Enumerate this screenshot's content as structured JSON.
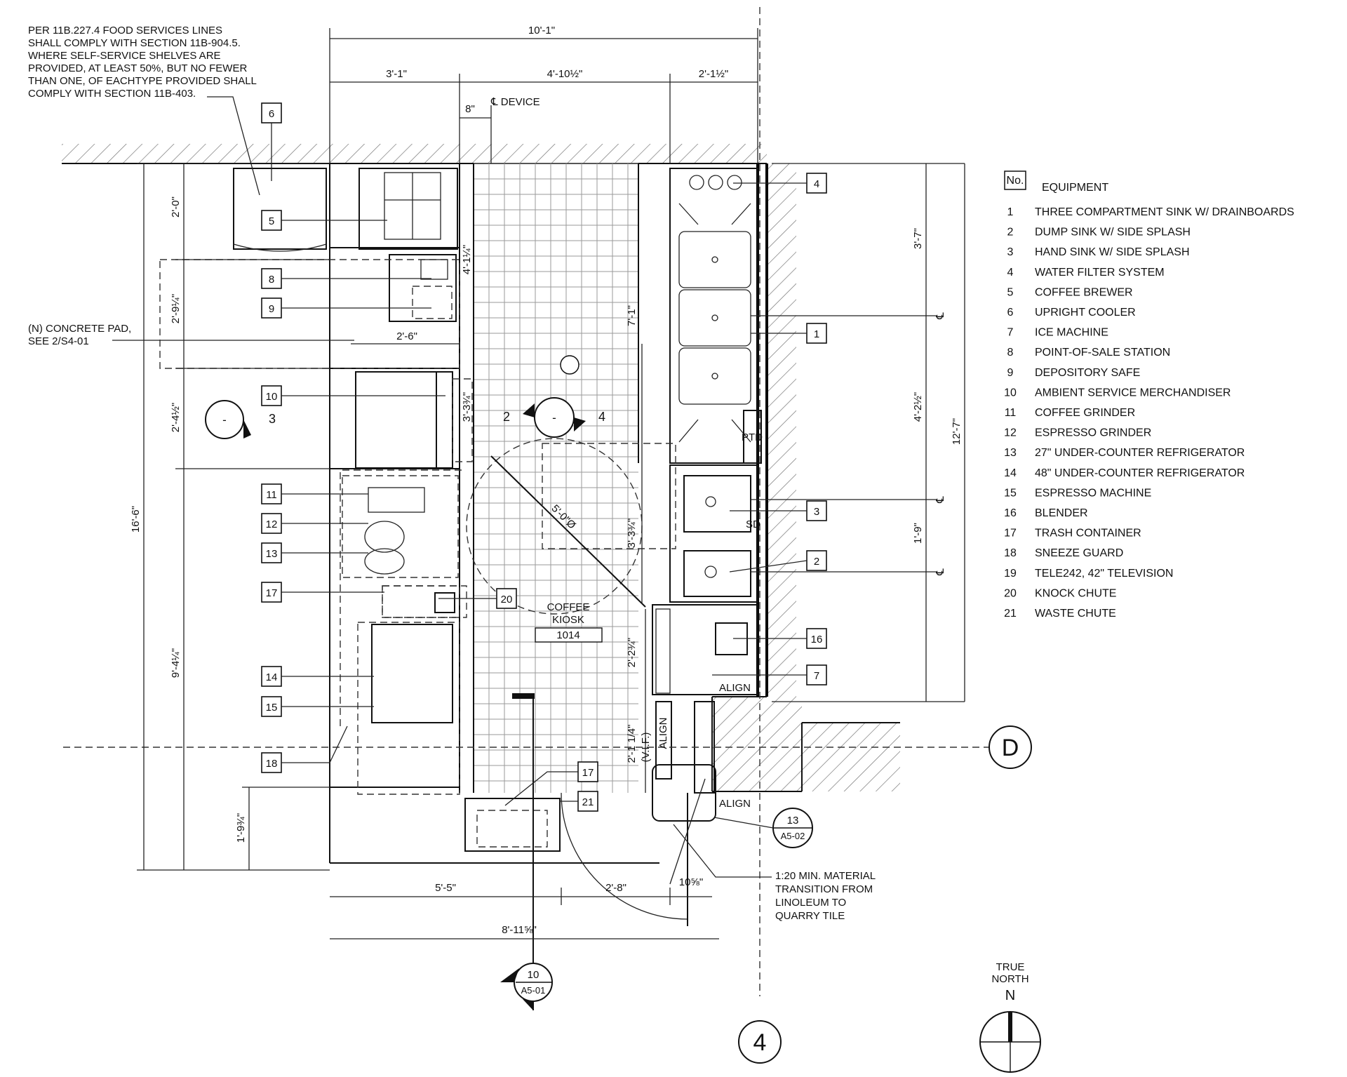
{
  "general_note": [
    "PER 11B.227.4 FOOD SERVICES LINES",
    "SHALL COMPLY WITH SECTION 11B-904.5.",
    "WHERE SELF-SERVICE SHELVES ARE",
    "PROVIDED, AT LEAST 50%, BUT NO FEWER",
    "THAN ONE, OF EACHTYPE PROVIDED SHALL",
    "COMPLY WITH SECTION 11B-403."
  ],
  "concrete_note": [
    "(N) CONCRETE PAD,",
    "SEE 2/S4-01"
  ],
  "transition_note": [
    "1:20 MIN. MATERIAL",
    "TRANSITION FROM",
    "LINOLEUM TO",
    "QUARRY TILE"
  ],
  "device_label": "℄ DEVICE",
  "room": {
    "name_line1": "COFFEE",
    "name_line2": "KIOSK",
    "number": "1014"
  },
  "dimensions": {
    "top_overall": "10'-1\"",
    "top_a": "3'-1\"",
    "top_b": "4'-10½\"",
    "top_c": "2'-1½\"",
    "device_offset": "8\"",
    "left_overall": "16'-6\"",
    "left_a": "2'-0\"",
    "left_b": "2'-9¼\"",
    "left_c": "2'-4½\"",
    "left_d": "9'-4¼\"",
    "left_e": "1'-9¾\"",
    "pad_width": "2'-6\"",
    "inner_a": "4'-1¼\"",
    "inner_b": "3'-3¾\"",
    "right_a": "3'-7\"",
    "right_b": "4'-2½\"",
    "right_c": "1'-9\"",
    "right_overall": "12'-7\"",
    "mid_a": "7'-1\"",
    "mid_b": "3'-3¾\"",
    "mid_c": "2'-2¾\"",
    "mid_d": "2'-1 1/4\"",
    "turning": "5'-0\"Ø",
    "bottom_a": "5'-5\"",
    "bottom_b": "2'-8\"",
    "bottom_c": "10⅝\"",
    "bottom_overall": "8'-11⅝\""
  },
  "labels": {
    "align_1": "ALIGN",
    "align_2": "ALIGN",
    "align_3": "ALIGN",
    "vif": "(V.I.F.)",
    "ptd": "PTD",
    "sd": "SD",
    "cl": "℄"
  },
  "sections": {
    "s3_num": "3",
    "s3_sheet": "-",
    "s24_left": "2",
    "s24_right": "4",
    "s24_sheet": "-",
    "d10_num": "10",
    "d10_sheet": "A5-01",
    "d13_num": "13",
    "d13_sheet": "A5-02"
  },
  "grid": {
    "row": "D",
    "col": "4"
  },
  "north": {
    "line1": "TRUE",
    "line2": "NORTH",
    "letter": "N"
  },
  "tags": [
    "6",
    "5",
    "8",
    "9",
    "10",
    "11",
    "12",
    "13",
    "17",
    "14",
    "15",
    "18",
    "20",
    "17",
    "21",
    "4",
    "1",
    "3",
    "2",
    "16",
    "7"
  ],
  "legend": {
    "no_label": "No.",
    "title": "EQUIPMENT",
    "items": [
      {
        "n": "1",
        "text": "THREE COMPARTMENT  SINK W/ DRAINBOARDS"
      },
      {
        "n": "2",
        "text": "DUMP SINK W/ SIDE SPLASH"
      },
      {
        "n": "3",
        "text": "HAND SINK W/ SIDE SPLASH"
      },
      {
        "n": "4",
        "text": "WATER FILTER SYSTEM"
      },
      {
        "n": "5",
        "text": "COFFEE BREWER"
      },
      {
        "n": "6",
        "text": "UPRIGHT COOLER"
      },
      {
        "n": "7",
        "text": "ICE MACHINE"
      },
      {
        "n": "8",
        "text": "POINT-OF-SALE STATION"
      },
      {
        "n": "9",
        "text": "DEPOSITORY SAFE"
      },
      {
        "n": "10",
        "text": "AMBIENT SERVICE MERCHANDISER"
      },
      {
        "n": "11",
        "text": "COFFEE GRINDER"
      },
      {
        "n": "12",
        "text": "ESPRESSO GRINDER"
      },
      {
        "n": "13",
        "text": "27\" UNDER-COUNTER REFRIGERATOR"
      },
      {
        "n": "14",
        "text": "48\" UNDER-COUNTER REFRIGERATOR"
      },
      {
        "n": "15",
        "text": "ESPRESSO MACHINE"
      },
      {
        "n": "16",
        "text": "BLENDER"
      },
      {
        "n": "17",
        "text": "TRASH CONTAINER"
      },
      {
        "n": "18",
        "text": "SNEEZE GUARD"
      },
      {
        "n": "19",
        "text": "TELE242, 42\" TELEVISION"
      },
      {
        "n": "20",
        "text": "KNOCK CHUTE"
      },
      {
        "n": "21",
        "text": "WASTE CHUTE"
      }
    ]
  },
  "colors": {
    "ink": "#111111",
    "grid": "#9a9a9a",
    "paper": "#ffffff"
  }
}
